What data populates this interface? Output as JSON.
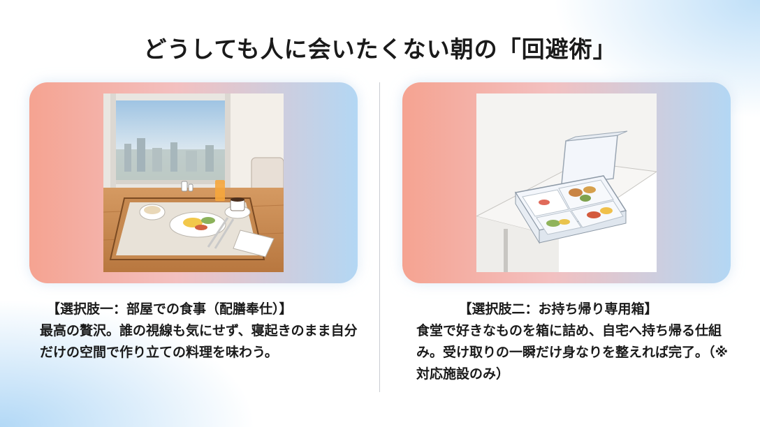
{
  "title": "どうしても人に会いたくない朝の「回避術」",
  "options": [
    {
      "heading": "【選択肢一：部屋での食事（配膳奉仕）】",
      "body": "最高の贅沢。誰の視線も気にせず、寝起きのまま自分だけの空間で作り立ての料理を味わう。"
    },
    {
      "heading": "【選択肢二：お持ち帰り専用箱】",
      "body": "食堂で好きなものを箱に詰め、自宅へ持ち帰る仕組み。受け取りの一瞬だけ身なりを整えれば完了。（※対応施設のみ）"
    }
  ],
  "colors": {
    "card_left": "#f5a391",
    "card_right": "#b3d7f4",
    "text": "#1a1a1a"
  }
}
